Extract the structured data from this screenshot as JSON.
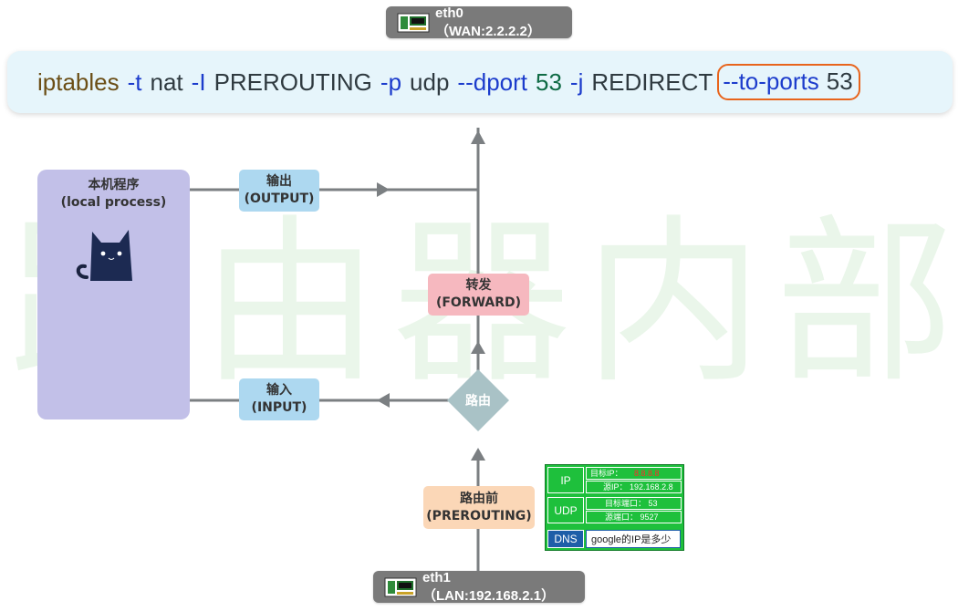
{
  "watermark": "路由器内部",
  "wan_nic": {
    "icon": "network-card-icon",
    "label": "eth0（WAN:2.2.2.2）"
  },
  "lan_nic": {
    "icon": "network-card-icon",
    "label": "eth1（LAN:192.168.2.1）"
  },
  "command": {
    "tokens": [
      {
        "text": "iptables",
        "color": "#6b4e16"
      },
      {
        "text": "-t",
        "color": "#1c3ccc"
      },
      {
        "text": "nat",
        "color": "#2f3a40"
      },
      {
        "text": "-I",
        "color": "#1c3ccc"
      },
      {
        "text": "PREROUTING",
        "color": "#2f3a40"
      },
      {
        "text": "-p",
        "color": "#1c3ccc"
      },
      {
        "text": "udp",
        "color": "#2f3a40"
      },
      {
        "text": "--dport",
        "color": "#1c3ccc"
      },
      {
        "text": "53",
        "color": "#0f6b45"
      },
      {
        "text": "-j",
        "color": "#1c3ccc"
      },
      {
        "text": "REDIRECT",
        "color": "#2f3a40"
      }
    ],
    "highlight": {
      "flag": "--to-ports",
      "value": "53",
      "border_color": "#e8641c"
    }
  },
  "process": {
    "title_cn": "本机程序",
    "title_en": "(local process)",
    "icon": "cat-icon",
    "color": "#c2c0e8"
  },
  "chains": {
    "output": {
      "cn": "输出",
      "en": "(OUTPUT)"
    },
    "input": {
      "cn": "输入",
      "en": "(INPUT)"
    },
    "forward": {
      "cn": "转发",
      "en": "(FORWARD)"
    },
    "prerouting": {
      "cn": "路由前",
      "en": "(PREROUTING)"
    },
    "routing": {
      "label": "路由"
    }
  },
  "packet": {
    "ip": {
      "label": "IP",
      "dst_label": "目标IP：",
      "dst_value": "8.8.8.8",
      "src_label": "源IP：",
      "src_value": "192.168.2.8"
    },
    "udp": {
      "label": "UDP",
      "dst_port": "目标端口：  53",
      "src_port": "源端口：  9527"
    },
    "dns": {
      "label": "DNS",
      "value": "google的IP是多少"
    }
  }
}
